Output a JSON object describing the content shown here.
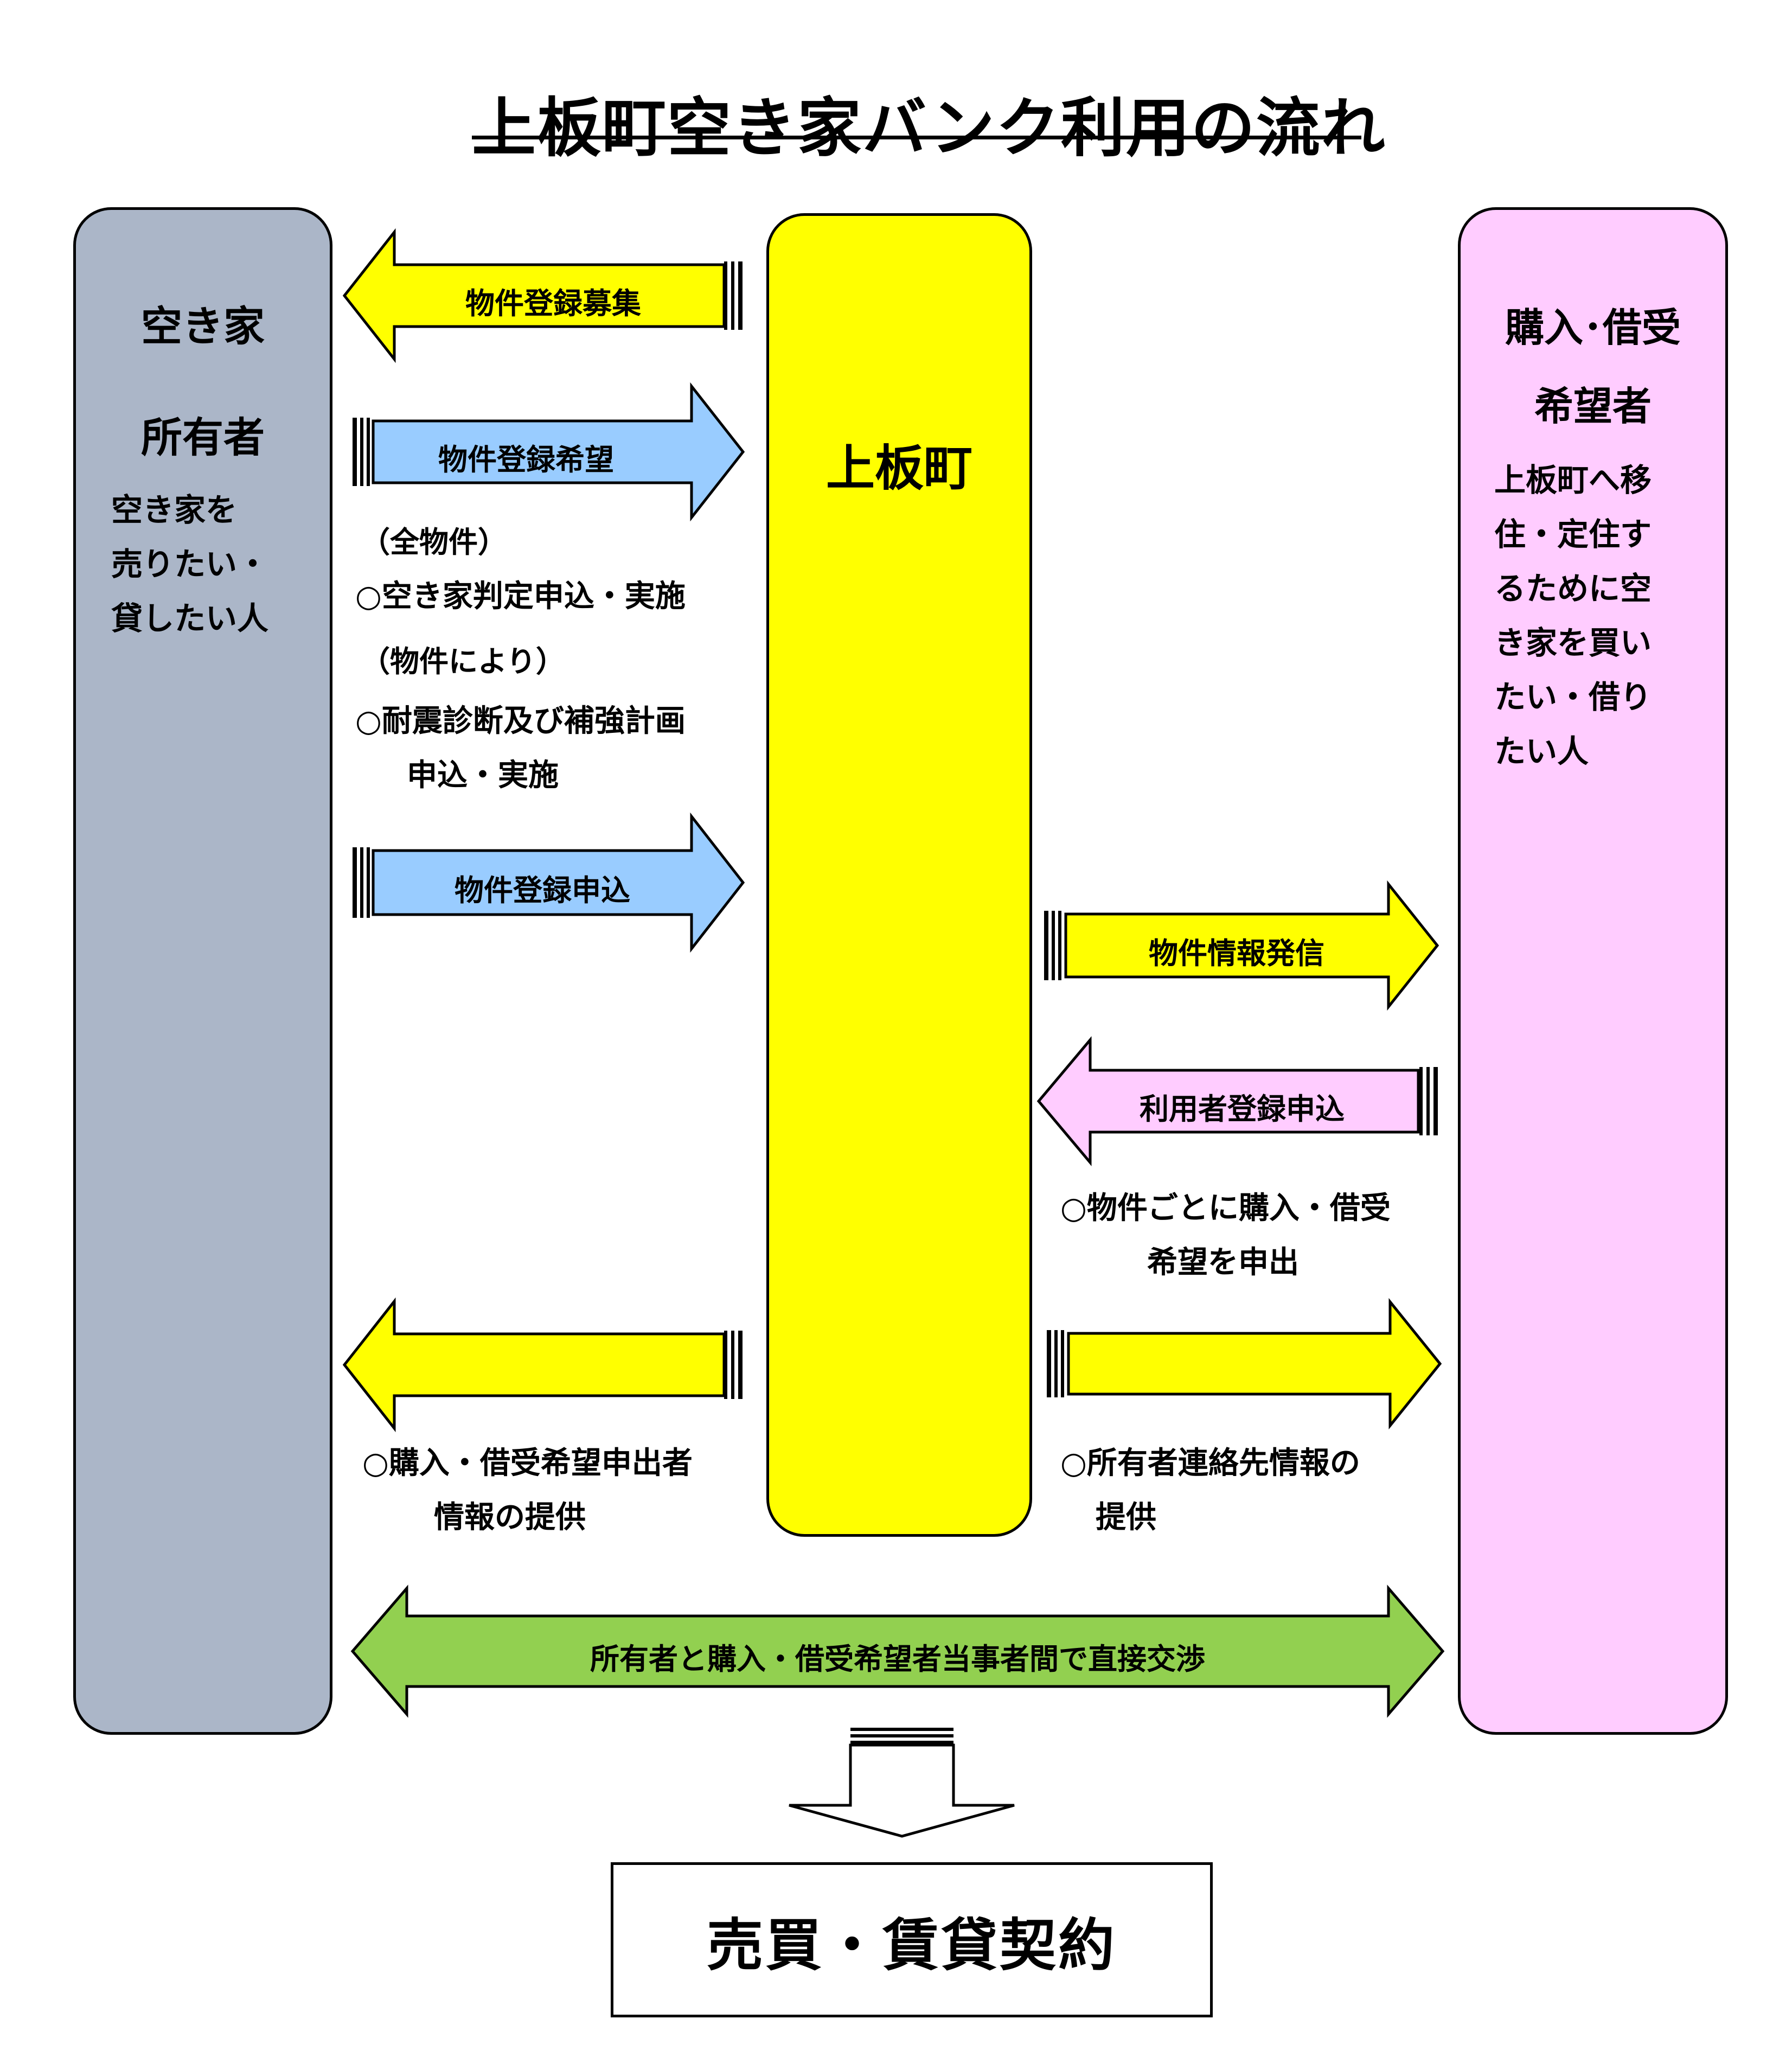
{
  "title": "上板町空き家バンク利用の流れ",
  "owner": {
    "heading1": "空き家",
    "heading2": "所有者",
    "description": [
      "空き家を",
      "売りたい・",
      "貸したい人"
    ],
    "color": "#abb6c8"
  },
  "town": {
    "heading": "上板町",
    "color": "#ffff00"
  },
  "buyer": {
    "heading1": "購入･借受",
    "heading2": "希望者",
    "description": [
      "上板町へ移",
      "住・定住す",
      "るために空",
      "き家を買い",
      "たい・借り",
      "たい人"
    ],
    "color": "#ffccff"
  },
  "arrows": {
    "recruit": "物件登録募集",
    "hope": "物件登録希望",
    "apply": "物件登録申込",
    "info": "物件情報発信",
    "user_apply": "利用者登録申込",
    "negotiate": "所有者と購入・借受希望者当事者間で直接交渉"
  },
  "notes": {
    "all_props": "（全物件）",
    "judge": "○空き家判定申込・実施",
    "by_prop": "（物件により）",
    "quake1": "○耐震診断及び補強計画",
    "quake2": "申込・実施",
    "per_prop1": "○物件ごとに購入・借受",
    "per_prop2": "希望を申出",
    "provide_buyer1": "○購入・借受希望申出者",
    "provide_buyer2": "情報の提供",
    "provide_owner1": "○所有者連絡先情報の",
    "provide_owner2": "提供"
  },
  "contract": "売買・賃貸契約",
  "colors": {
    "yellow": "#ffff00",
    "blue": "#99ccff",
    "pink": "#ffccff",
    "green": "#92d050"
  }
}
